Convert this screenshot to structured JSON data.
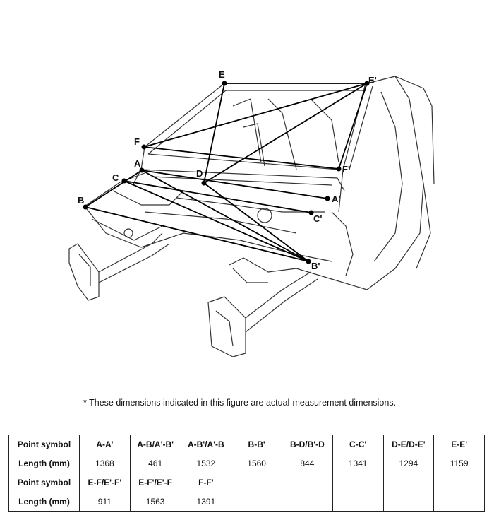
{
  "points": {
    "A": "A",
    "A_prime": "A'",
    "B": "B",
    "B_prime": "B'",
    "C": "C",
    "C_prime": "C'",
    "D": "D",
    "E": "E",
    "E_prime": "E'",
    "F": "F",
    "F_prime": "F'"
  },
  "footnote": "*  These dimensions indicated in this figure are actual-measurement dimensions.",
  "table": {
    "rows": [
      [
        "Point symbol",
        "A-A'",
        "A-B/A'-B'",
        "A-B'/A'-B",
        "B-B'",
        "B-D/B'-D",
        "C-C'",
        "D-E/D-E'",
        "E-E'"
      ],
      [
        "Length (mm)",
        "1368",
        "461",
        "1532",
        "1560",
        "844",
        "1341",
        "1294",
        "1159"
      ],
      [
        "Point symbol",
        "E-F/E'-F'",
        "E-F'/E'-F",
        "F-F'",
        "",
        "",
        "",
        "",
        ""
      ],
      [
        "Length (mm)",
        "911",
        "1563",
        "1391",
        "",
        "",
        "",
        "",
        ""
      ]
    ]
  }
}
